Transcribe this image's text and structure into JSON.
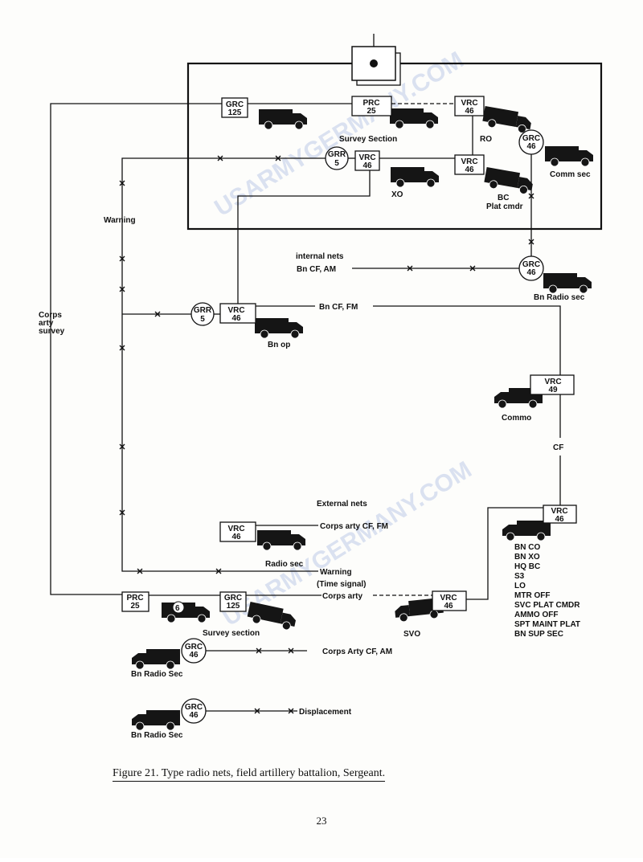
{
  "figure": {
    "caption": "Figure 21.  Type radio nets, field artillery battalion, Sergeant.",
    "page_number": "23",
    "watermark": "USARMYGERMANY.COM"
  },
  "units": [
    {
      "id": "grc125-top",
      "l1": "GRC",
      "l2": "125"
    },
    {
      "id": "prc25-top",
      "l1": "PRC",
      "l2": "25"
    },
    {
      "id": "vrc46-ro",
      "l1": "VRC",
      "l2": "46"
    },
    {
      "id": "grc46-comm",
      "l1": "GRC",
      "l2": "46"
    },
    {
      "id": "grr5-top",
      "l1": "GRR",
      "l2": "5"
    },
    {
      "id": "vrc46-xo",
      "l1": "VRC",
      "l2": "46"
    },
    {
      "id": "vrc46-bc",
      "l1": "VRC",
      "l2": "46"
    },
    {
      "id": "grc46-bnradio",
      "l1": "GRC",
      "l2": "46"
    },
    {
      "id": "grr5-op",
      "l1": "GRR",
      "l2": "5"
    },
    {
      "id": "vrc46-op",
      "l1": "VRC",
      "l2": "46"
    },
    {
      "id": "vrc49-commo",
      "l1": "VRC",
      "l2": "49"
    },
    {
      "id": "vrc46-bnco",
      "l1": "VRC",
      "l2": "46"
    },
    {
      "id": "vrc46-radiosec",
      "l1": "VRC",
      "l2": "46"
    },
    {
      "id": "prc25-bottom",
      "l1": "PRC",
      "l2": "25"
    },
    {
      "id": "grc125-bottom",
      "l1": "GRC",
      "l2": "125"
    },
    {
      "id": "vrc46-svo",
      "l1": "VRC",
      "l2": "46"
    },
    {
      "id": "grc46-bottom1",
      "l1": "GRC",
      "l2": "46"
    },
    {
      "id": "grc46-bottom2",
      "l1": "GRC",
      "l2": "46"
    }
  ],
  "labels": {
    "survey_section_top": "Survey  Section",
    "ro": "RO",
    "comm_sec": "Comm sec",
    "xo": "XO",
    "bc": "BC",
    "plat_cmdr": "Plat cmdr",
    "warning": "Warning",
    "corps_arty_survey_1": "Corps",
    "corps_arty_survey_2": "arty",
    "corps_arty_survey_3": "survey",
    "internal_nets": "internal nets",
    "bn_cf_am": "Bn CF, AM",
    "bn_radio_sec_top": "Bn Radio sec",
    "bn_cf_fm": "Bn CF, FM",
    "bn_op": "Bn op",
    "commo": "Commo",
    "cf": "CF",
    "external_nets": "External nets",
    "corps_arty_cf_fm": "Corps arty CF, FM",
    "radio_sec": "Radio sec",
    "warning_time_1": "Warning",
    "warning_time_2": "(Time signal)",
    "corps_arty": "Corps arty",
    "survey_section_bottom": "Survey section",
    "svo": "SVO",
    "corps_arty_cf_am": "Corps Arty CF, AM",
    "bn_radio_sec_1": "Bn Radio Sec",
    "displacement": "Displacement",
    "bn_radio_sec_2": "Bn Radio Sec",
    "vehicle_number": "6"
  },
  "bn_co_list": [
    "BN CO",
    "BN XO",
    "HQ BC",
    "S3",
    "LO",
    "MTR OFF",
    "SVC PLAT CMDR",
    "AMMO OFF",
    "SPT MAINT PLAT",
    "BN SUP SEC"
  ]
}
